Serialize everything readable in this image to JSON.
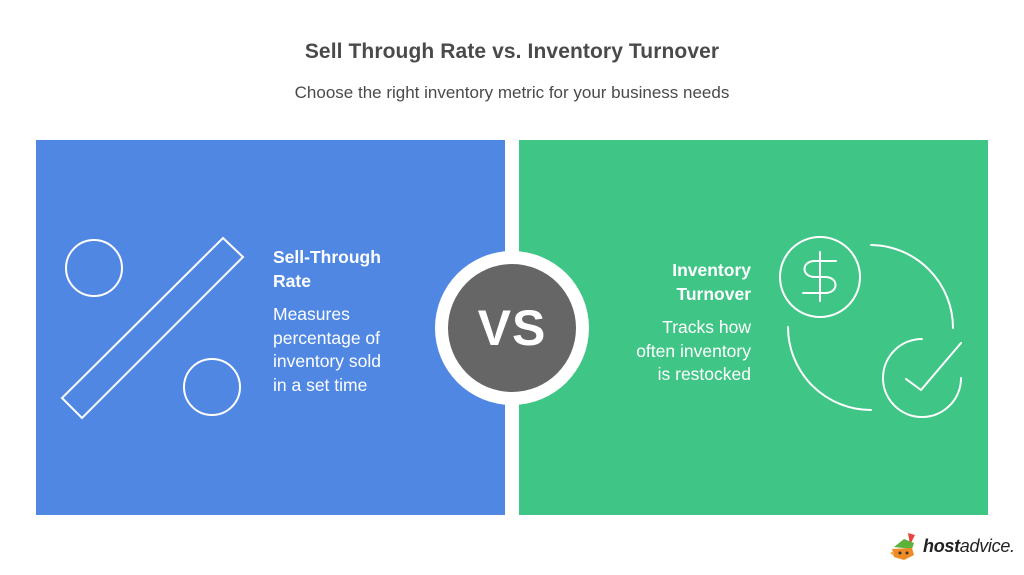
{
  "header": {
    "title": "Sell Through Rate vs. Inventory Turnover",
    "subtitle": "Choose the right inventory metric for your business needs"
  },
  "colors": {
    "left_panel": "#4F87E3",
    "right_panel": "#3FC585",
    "vs_ring": "#FFFFFF",
    "vs_core": "#666666",
    "text_dark": "#4A4A4A",
    "icon_stroke": "#FFFFFF"
  },
  "left": {
    "icon": "percent-icon",
    "heading_line1": "Sell-Through",
    "heading_line2": "Rate",
    "body_lines": [
      "Measures",
      "percentage of",
      "inventory sold",
      "in a set time"
    ]
  },
  "vs": {
    "label": "VS"
  },
  "right": {
    "icon": "dollar-cycle-check-icon",
    "heading_line1": "Inventory",
    "heading_line2": "Turnover",
    "body_lines": [
      "Tracks how",
      "often inventory",
      "is restocked"
    ]
  },
  "footer": {
    "logo_icon": "hostadvice-mascot-icon",
    "logo_strong": "host",
    "logo_light": "advice."
  }
}
